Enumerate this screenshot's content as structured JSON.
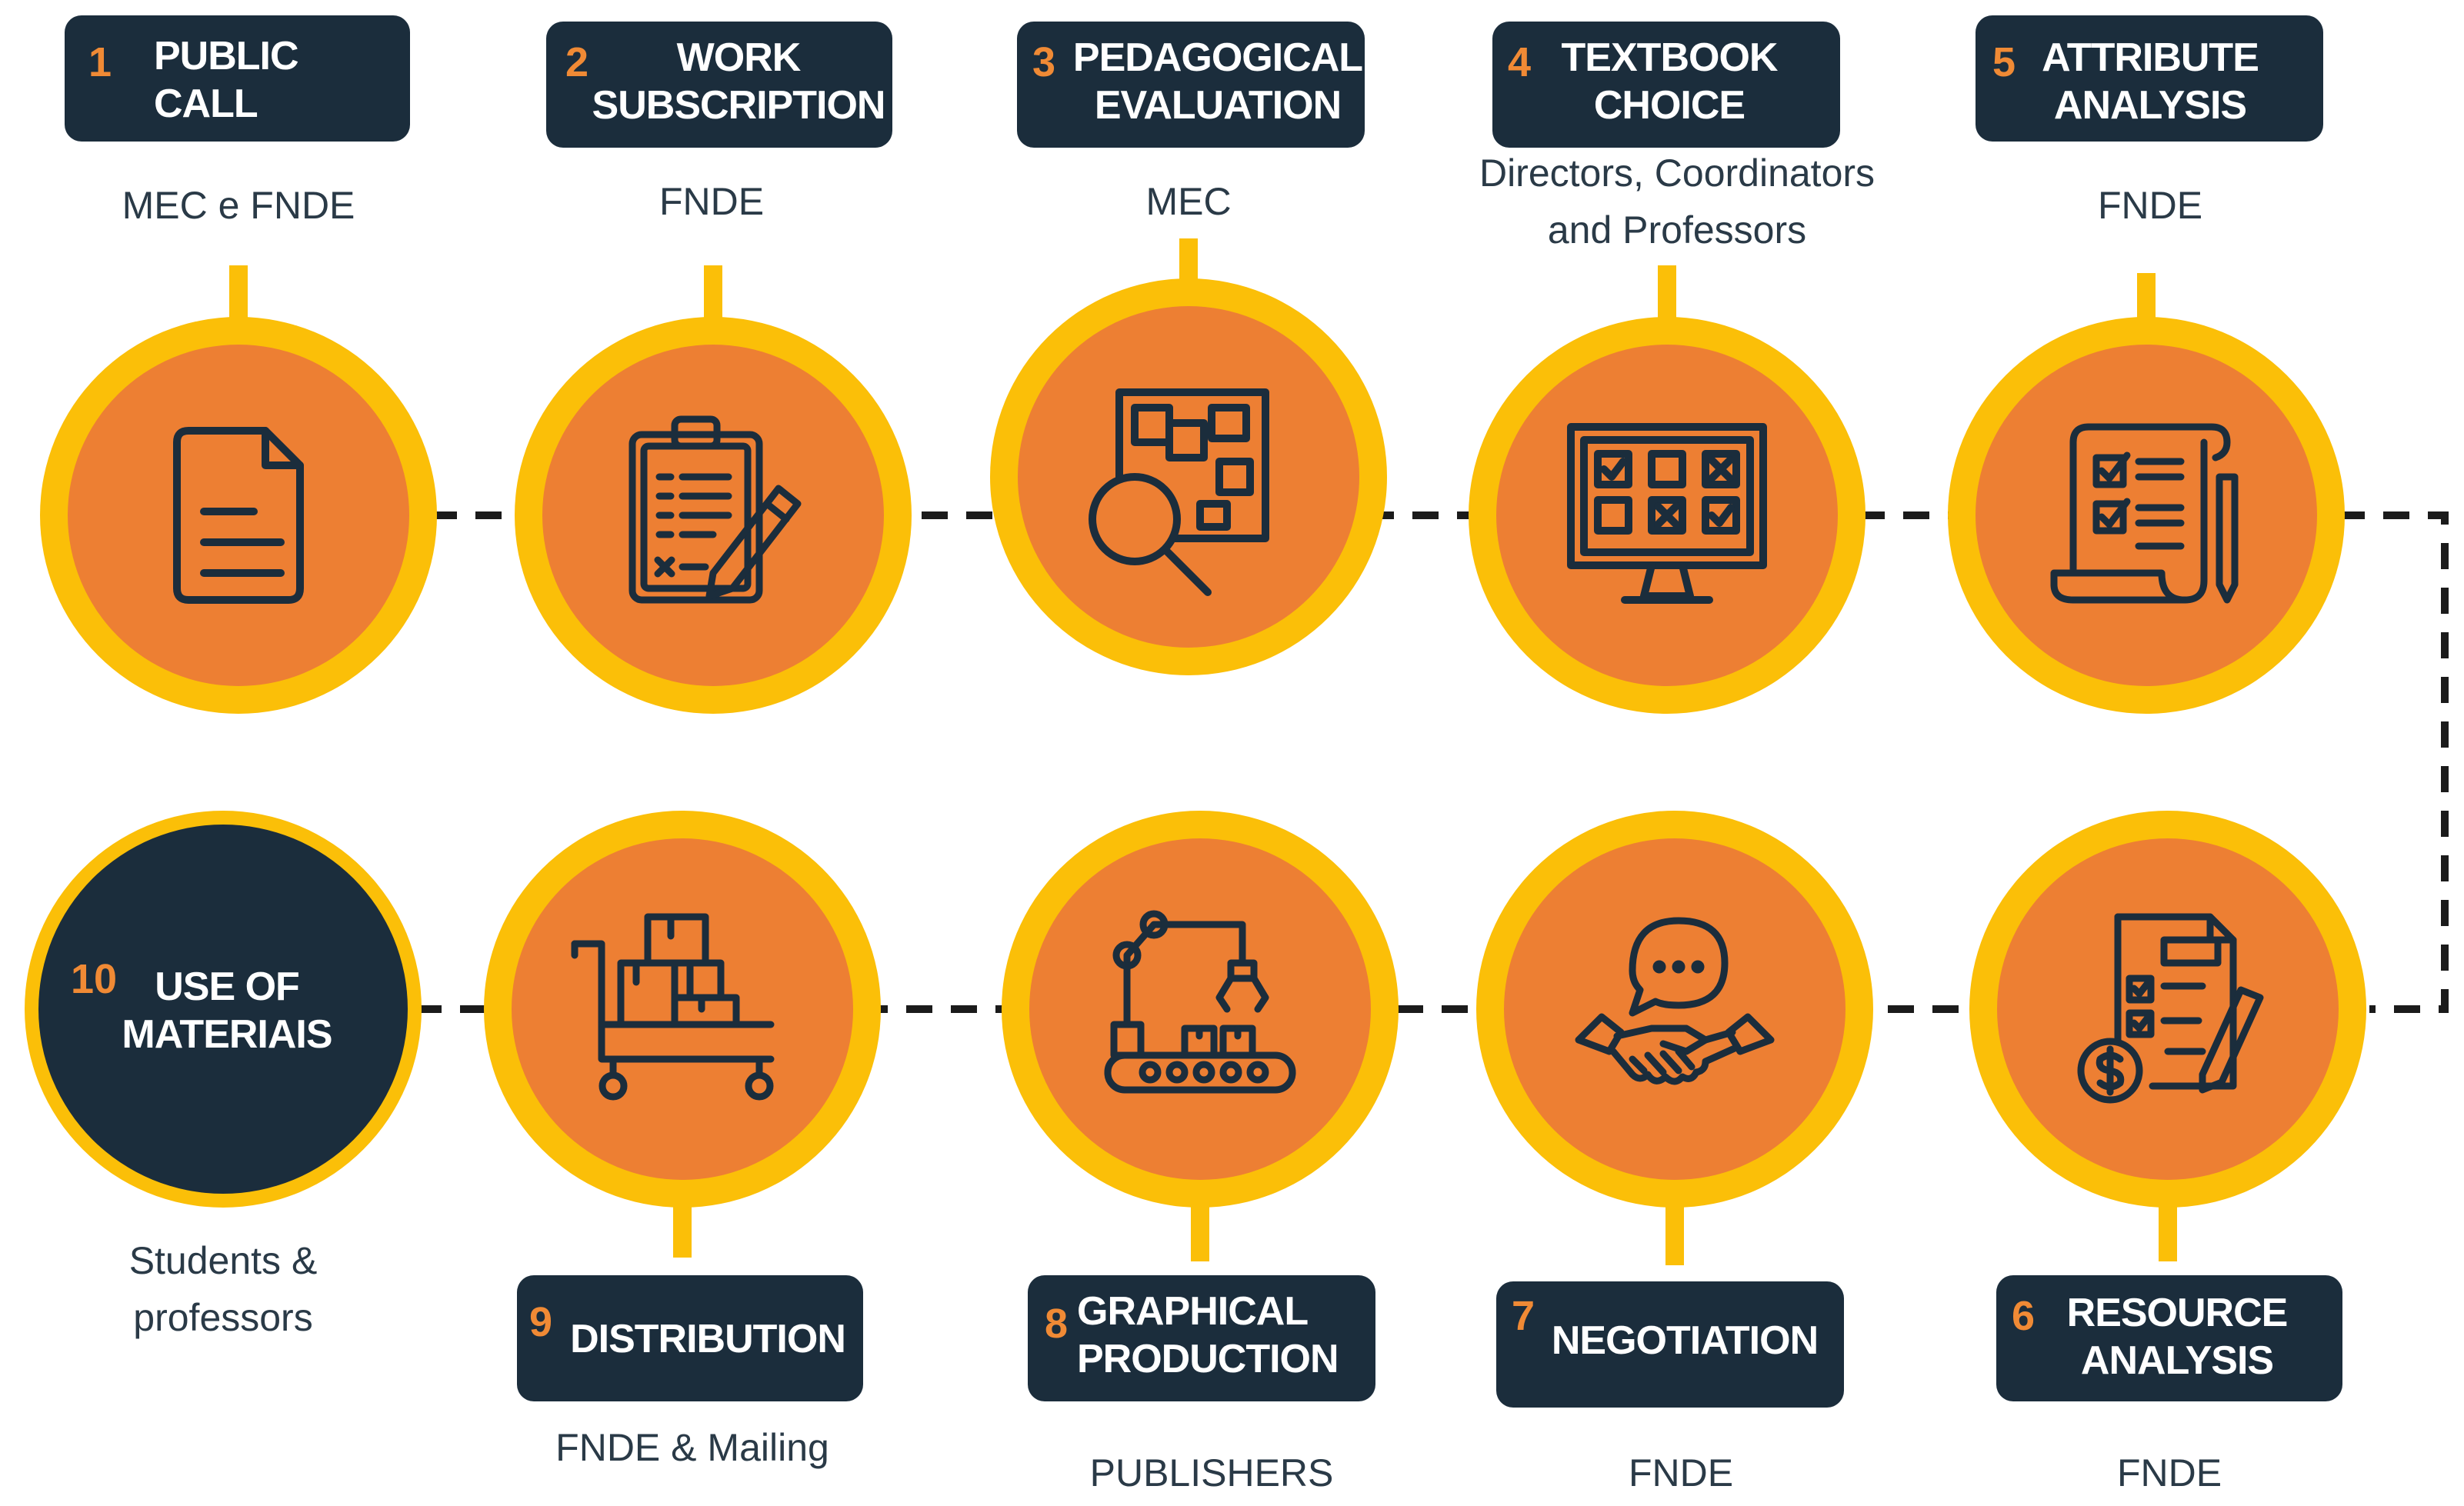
{
  "colors": {
    "ring": "#fbbf08",
    "fill": "#ed7f33",
    "dark": "#1b2d3c",
    "number": "#f08a35",
    "icon": "#1b2d3c",
    "actor_text": "#2a3a47",
    "connector": "#1b1b1b"
  },
  "steps": [
    {
      "number": "1",
      "title": "PUBLIC\nCALL",
      "actor": "MEC e FNDE",
      "icon": "document-icon"
    },
    {
      "number": "2",
      "title": "WORK\nSUBSCRIPTION",
      "actor": "FNDE",
      "icon": "clipboard-pen-icon"
    },
    {
      "number": "3",
      "title": "PEDAGOGICAL\nEVALUATION",
      "actor": "MEC",
      "icon": "magnifier-blocks-icon"
    },
    {
      "number": "4",
      "title": "TEXTBOOK\nCHOICE",
      "actor": "Directors, Coordinators\nand Professors",
      "icon": "monitor-checkbox-icon"
    },
    {
      "number": "5",
      "title": "ATTRIBUTE\nANALYSIS",
      "actor": "FNDE",
      "icon": "checklist-scroll-icon"
    },
    {
      "number": "6",
      "title": "RESOURCE\nANALYSIS",
      "actor": "FNDE",
      "icon": "invoice-dollar-icon"
    },
    {
      "number": "7",
      "title": "NEGOTIATION",
      "actor": "FNDE",
      "icon": "handshake-chat-icon"
    },
    {
      "number": "8",
      "title": "GRAPHICAL\nPRODUCTION",
      "actor": "PUBLISHERS",
      "icon": "robot-arm-conveyor-icon"
    },
    {
      "number": "9",
      "title": "DISTRIBUTION",
      "actor": "FNDE & Mailing",
      "icon": "cart-boxes-icon"
    },
    {
      "number": "10",
      "title": "USE OF\nMATERIAIS",
      "actor": "Students &\nprofessors",
      "icon": ""
    }
  ]
}
